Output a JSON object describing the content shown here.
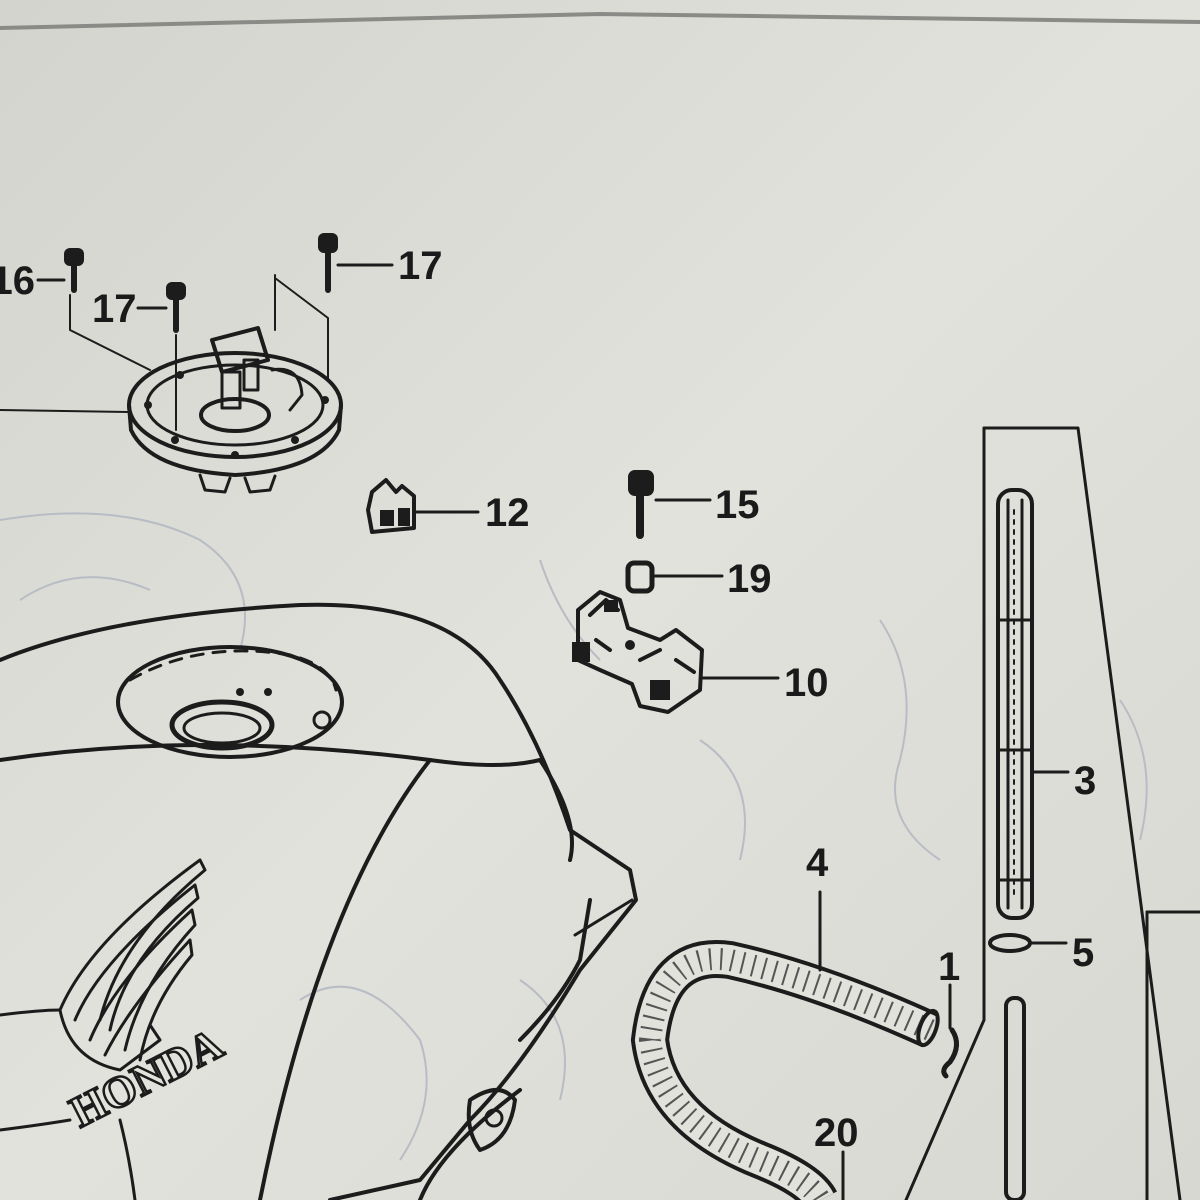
{
  "diagram": {
    "callouts": [
      {
        "id": "16",
        "text": "16"
      },
      {
        "id": "17a",
        "text": "17"
      },
      {
        "id": "17b",
        "text": "17"
      },
      {
        "id": "12",
        "text": "12"
      },
      {
        "id": "15",
        "text": "15"
      },
      {
        "id": "19",
        "text": "19"
      },
      {
        "id": "10",
        "text": "10"
      },
      {
        "id": "3",
        "text": "3"
      },
      {
        "id": "4",
        "text": "4"
      },
      {
        "id": "5",
        "text": "5"
      },
      {
        "id": "1",
        "text": "1"
      },
      {
        "id": "20",
        "text": "20"
      }
    ],
    "tank_emblem": "HONDA"
  },
  "colors": {
    "paper": "#dcdcd6",
    "ink": "#1c1c1c",
    "bleed_through": "#b8bcc4"
  }
}
